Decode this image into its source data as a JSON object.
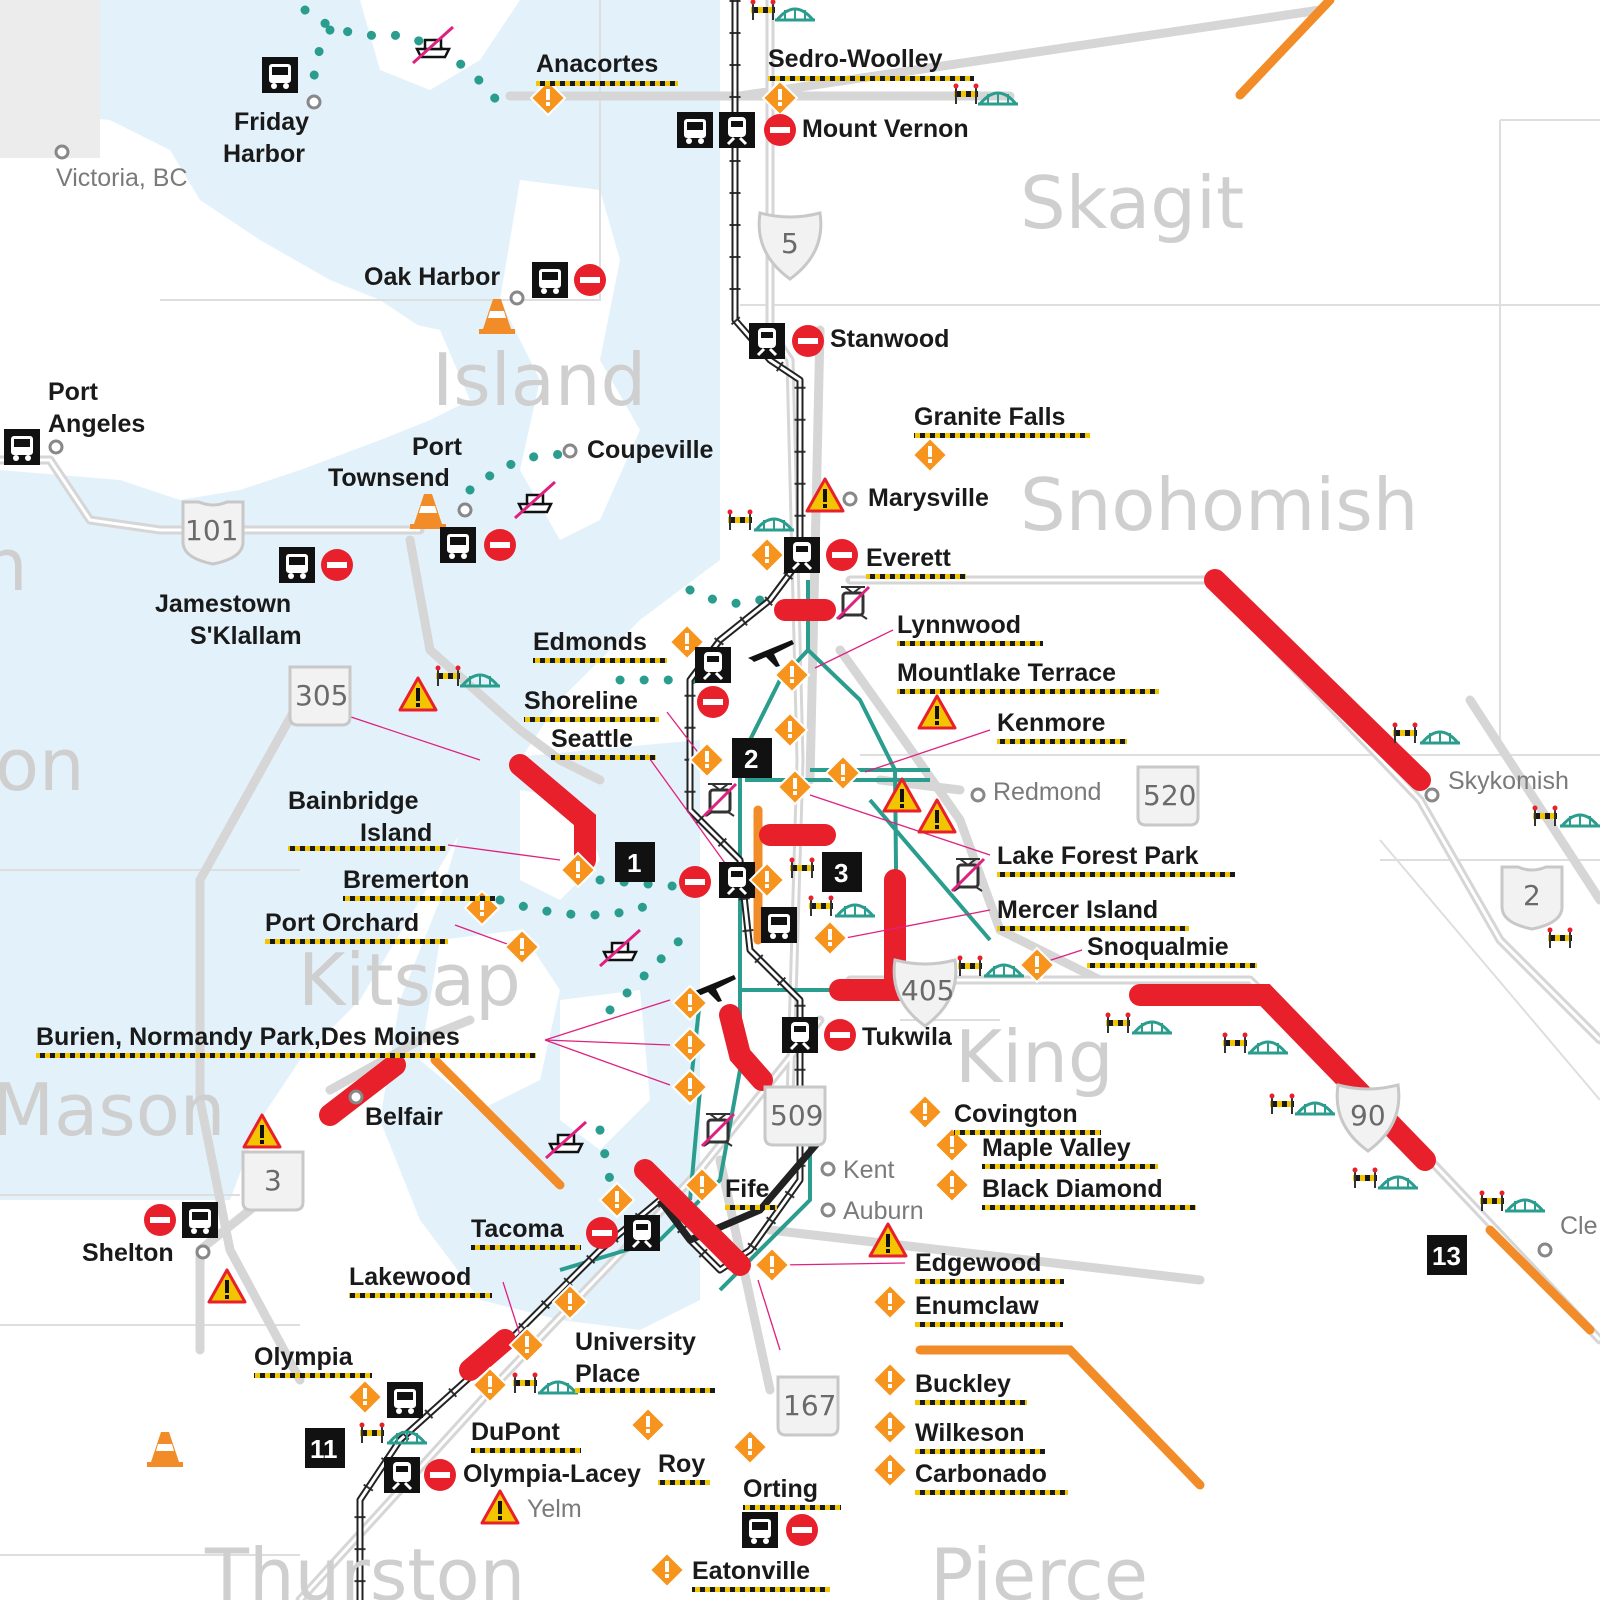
{
  "counties": [
    "Skagit",
    "Island",
    "Snohomish",
    "Kitsap",
    "King",
    "Mason",
    "Thurston",
    "Pierce"
  ],
  "partial_counties": [
    "on",
    "n"
  ],
  "highways": [
    "5",
    "101",
    "305",
    "520",
    "2",
    "405",
    "90",
    "509",
    "3",
    "167"
  ],
  "region_boxes": [
    "1",
    "2",
    "3",
    "11",
    "13"
  ],
  "places": {
    "anacortes": "Anacortes",
    "sedro_woolley": "Sedro-Woolley",
    "mount_vernon": "Mount Vernon",
    "friday_harbor_1": "Friday",
    "friday_harbor_2": "Harbor",
    "victoria": "Victoria, BC",
    "oak_harbor": "Oak Harbor",
    "stanwood": "Stanwood",
    "granite_falls": "Granite Falls",
    "marysville": "Marysville",
    "port_angeles_1": "Port",
    "port_angeles_2": "Angeles",
    "port_townsend_1": "Port",
    "port_townsend_2": "Townsend",
    "coupeville": "Coupeville",
    "everett": "Everett",
    "jamestown_1": "Jamestown",
    "jamestown_2": "S'Klallam",
    "lynnwood": "Lynnwood",
    "edmonds": "Edmonds",
    "mountlake_terrace": "Mountlake Terrace",
    "shoreline": "Shoreline",
    "kenmore": "Kenmore",
    "seattle": "Seattle",
    "redmond": "Redmond",
    "skykomish": "Skykomish",
    "bainbridge_1": "Bainbridge",
    "bainbridge_2": "Island",
    "lake_forest_park": "Lake Forest Park",
    "bremerton": "Bremerton",
    "mercer_island": "Mercer Island",
    "port_orchard": "Port Orchard",
    "snoqualmie": "Snoqualmie",
    "burien": "Burien, Normandy Park,Des Moines",
    "tukwila": "Tukwila",
    "belfair": "Belfair",
    "covington": "Covington",
    "maple_valley": "Maple Valley",
    "kent": "Kent",
    "black_diamond": "Black Diamond",
    "fife": "Fife",
    "auburn": "Auburn",
    "shelton": "Shelton",
    "tacoma": "Tacoma",
    "edgewood": "Edgewood",
    "cle_elum": "Cle E",
    "lakewood": "Lakewood",
    "enumclaw": "Enumclaw",
    "university_place_1": "University",
    "university_place_2": "Place",
    "olympia": "Olympia",
    "buckley": "Buckley",
    "dupont": "DuPont",
    "wilkeson": "Wilkeson",
    "roy": "Roy",
    "orting": "Orting",
    "olympia_lacey": "Olympia-Lacey",
    "carbonado": "Carbonado",
    "yelm": "Yelm",
    "eatonville": "Eatonville"
  },
  "colors": {
    "water": "#e3f2fa",
    "road": "#d4d4d4",
    "closure": "#e8202b",
    "delay": "#f28c28",
    "light_rail": "#2a9d8f",
    "rail": "#222222",
    "hazard": "#f7941d",
    "underline": "#f2c500",
    "ferry": "#2a9d8f",
    "link": "#e0207f"
  },
  "icons": [
    "bus-icon",
    "train-icon",
    "no-entry-icon",
    "ferry-icon",
    "warning-icon",
    "hazard-diamond-icon",
    "traffic-cone-icon",
    "bridge-icon",
    "barrier-icon",
    "airplane-icon"
  ]
}
